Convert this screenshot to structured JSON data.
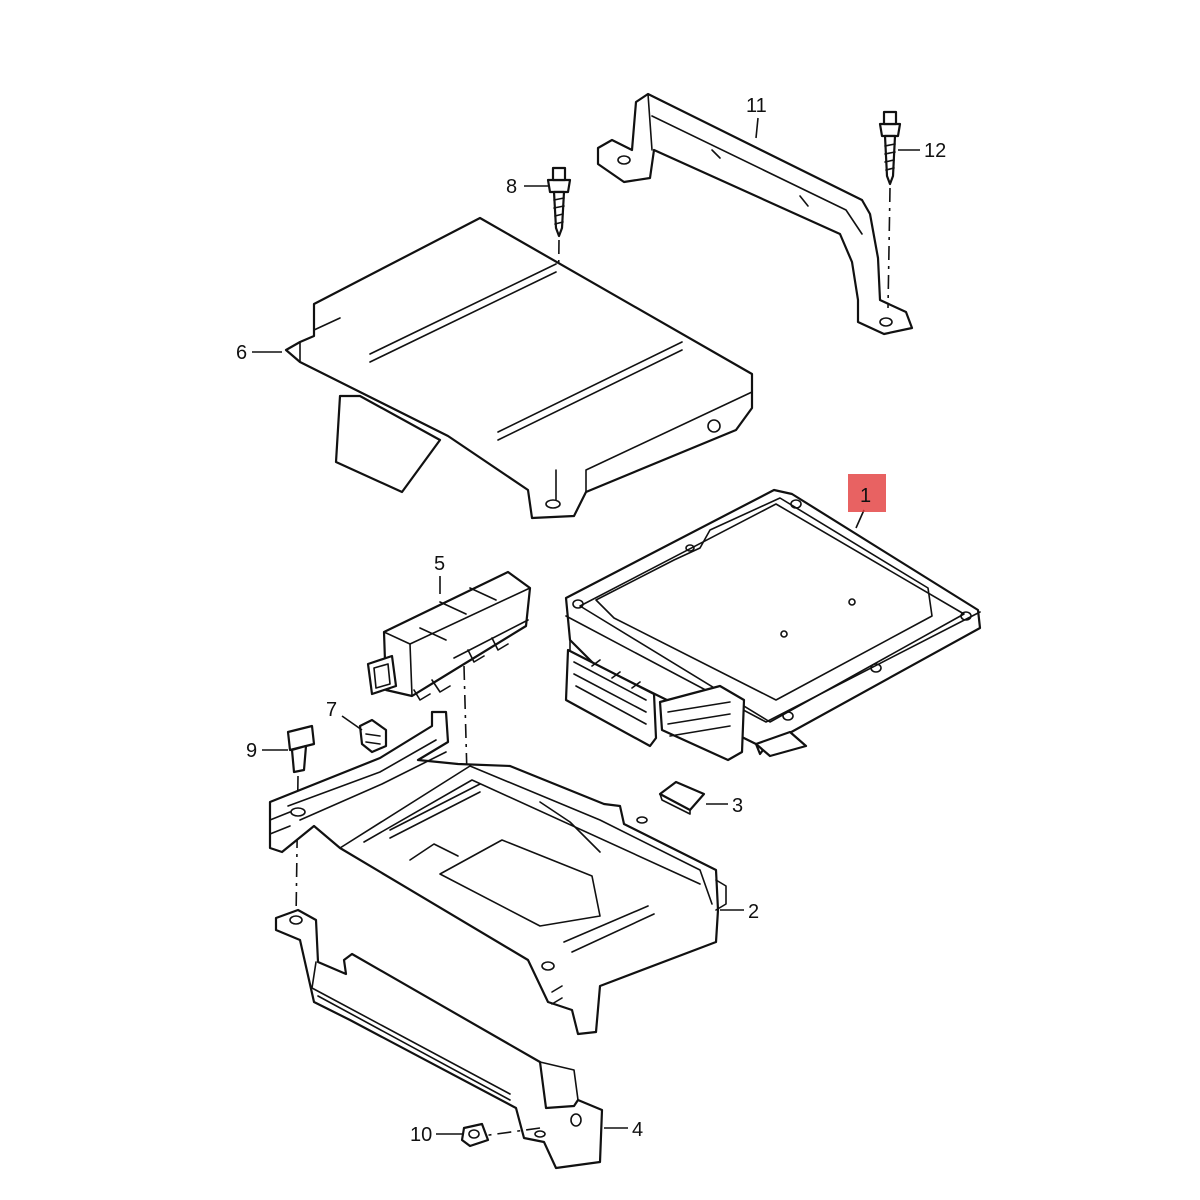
{
  "diagram": {
    "callouts": [
      {
        "id": "1",
        "label": "1",
        "highlighted": true
      },
      {
        "id": "2",
        "label": "2"
      },
      {
        "id": "3",
        "label": "3"
      },
      {
        "id": "4",
        "label": "4"
      },
      {
        "id": "5",
        "label": "5"
      },
      {
        "id": "6",
        "label": "6"
      },
      {
        "id": "7",
        "label": "7"
      },
      {
        "id": "8",
        "label": "8"
      },
      {
        "id": "9",
        "label": "9"
      },
      {
        "id": "10",
        "label": "10"
      },
      {
        "id": "11",
        "label": "11"
      },
      {
        "id": "12",
        "label": "12"
      }
    ],
    "colors": {
      "line": "#111111",
      "background": "#ffffff",
      "highlight": "#e23b3b"
    }
  }
}
